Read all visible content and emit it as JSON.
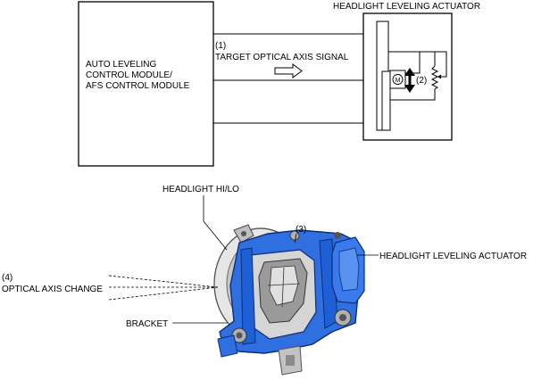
{
  "top": {
    "module_label": [
      "AUTO LEVELING",
      "CONTROL MODULE/",
      "AFS CONTROL MODULE"
    ],
    "actuator_title": "HEADLIGHT LEVELING ACTUATOR",
    "signal_number": "(1)",
    "signal_label": "TARGET OPTICAL AXIS SIGNAL",
    "motor_letter": "M",
    "sensor_number": "(2)"
  },
  "bottom": {
    "hilo_label": "HEADLIGHT HI/LO",
    "bracket_number": "(3)",
    "actuator_label": "HEADLIGHT LEVELING ACTUATOR",
    "optical_number": "(4)",
    "optical_label": "OPTICAL AXIS CHANGE",
    "bracket_label": "BRACKET"
  },
  "colors": {
    "line": "#000000",
    "bracket_blue": "#1f5fd6",
    "bracket_dark": "#0a2f7a",
    "metal_light": "#d9d9d9",
    "metal_dark": "#7a7a7a"
  }
}
